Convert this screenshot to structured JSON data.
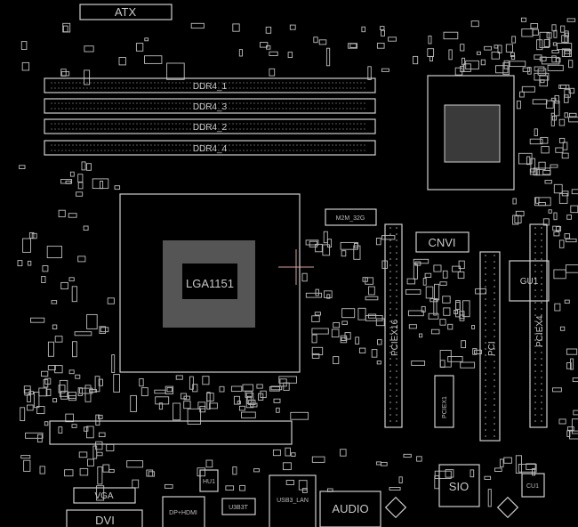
{
  "board": {
    "atx": "ATX",
    "ddr": [
      "DDR4_1",
      "DDR4_3",
      "DDR4_2",
      "DDR4_4"
    ],
    "cpu_socket": "LGA1151",
    "m2": "M2M_32G",
    "pcie_x16": "PCIEX16",
    "cnvi": "CNVI",
    "pci": "PCI",
    "pcie_x4": "PCIEX4",
    "pcie_x1": "PCIEX1",
    "gu1": "GU1",
    "sio": "SIO",
    "audio": "AUDIO",
    "vga": "VGA",
    "dvi": "DVI",
    "dp_hdmi": "DP+HDMI",
    "usb_lan": "USB3_LAN",
    "hu1": "HU1",
    "cu1": "CU1",
    "u3b3t": "U3B3T"
  },
  "colors": {
    "background": "#000000",
    "outline": "#cfcfcf",
    "cursor": "#d9a0a0"
  }
}
